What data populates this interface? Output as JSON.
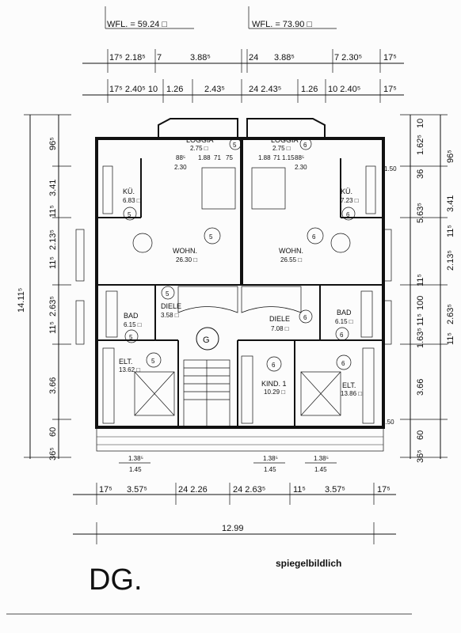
{
  "header": {
    "wfl_left": "WFL.      = 59.24 □",
    "wfl_right": "WFL.      = 73.90 □"
  },
  "top_dims_row1": [
    "17⁵ 2.18⁵",
    "7",
    "3.88⁵",
    "24",
    "3.88⁵",
    "7 2.30⁵",
    "17⁵"
  ],
  "top_dims_row2": [
    "17⁵ 2.40⁵ 10",
    "1.26",
    "2.43⁵",
    "24  2.43⁵",
    "1.26",
    "10  2.40⁵",
    "17⁵"
  ],
  "left_dims": [
    "96⁵",
    "3.41",
    "11⁵",
    "2.13⁵",
    "11⁵",
    "2.63⁵",
    "11⁵",
    "3.66",
    "60",
    "36⁵"
  ],
  "left_total": "14.11⁵",
  "right_dims": [
    "10",
    "1.62⁵",
    "96⁵",
    "36",
    "3.41",
    "5.63⁵",
    "11⁵",
    "2.13⁵",
    "11⁵",
    "100",
    "11⁵",
    "1.63⁵",
    "2.63⁵",
    "11⁵",
    "3.66",
    "60",
    "36⁵"
  ],
  "right_marks": [
    "1.50",
    "1.50"
  ],
  "rooms": [
    {
      "name": "LOGGIA",
      "area": "2.75 □",
      "unit": "5"
    },
    {
      "name": "LOGGIA",
      "area": "2.75 □",
      "unit": "6"
    },
    {
      "name": "KÜ.",
      "area": "6.83 □",
      "unit": "5"
    },
    {
      "name": "KÜ.",
      "area": "7.23 □",
      "unit": "6"
    },
    {
      "name": "WOHN.",
      "area": "26.30 □",
      "unit": "5"
    },
    {
      "name": "WOHN.",
      "area": "26.55 □",
      "unit": "6"
    },
    {
      "name": "BAD",
      "area": "6.15 □",
      "unit": "5"
    },
    {
      "name": "BAD",
      "area": "6.15 □",
      "unit": "6"
    },
    {
      "name": "DIELE",
      "area": "3.58 □",
      "unit": "5"
    },
    {
      "name": "DIELE",
      "area": "7.08 □",
      "unit": "6"
    },
    {
      "name": "ELT.",
      "area": "13.62 □",
      "unit": "5"
    },
    {
      "name": "ELT.",
      "area": "13.86 □",
      "unit": "6"
    },
    {
      "name": "KIND. 1",
      "area": "10.29 □",
      "unit": "6"
    }
  ],
  "stair_label": "G",
  "small_dims": {
    "loggia_left": [
      "88⁵",
      "2.30",
      "1.88",
      "71",
      "75"
    ],
    "loggia_right": [
      "1.88",
      "71",
      "1.15",
      "88⁵",
      "2.30"
    ],
    "bottom_windows": [
      "1.38⁵",
      "1.45",
      "1.38⁵",
      "1.45",
      "1.38⁵",
      "1.45"
    ]
  },
  "bottom_dims_row": [
    "17⁵",
    "3.57⁵",
    "24  2.26",
    "24  2.63⁵",
    "11⁵",
    "3.57⁵",
    "17⁵"
  ],
  "bottom_total": "12.99",
  "floor_label": "DG.",
  "note": "spiegelbildlich"
}
